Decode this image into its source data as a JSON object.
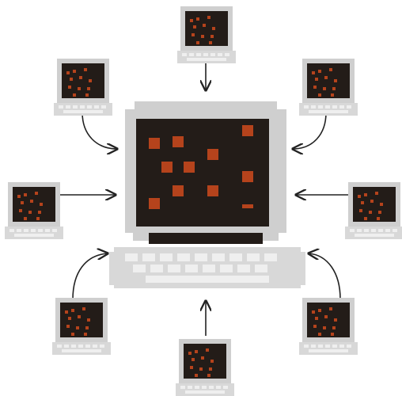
{
  "diagram": {
    "central_node": {
      "type": "computer-workstation",
      "icon": "desktop-computer-icon"
    },
    "peripheral_nodes": [
      {
        "id": "top",
        "icon": "laptop-icon"
      },
      {
        "id": "top-right",
        "icon": "laptop-icon"
      },
      {
        "id": "right",
        "icon": "laptop-icon"
      },
      {
        "id": "bottom-right",
        "icon": "laptop-icon"
      },
      {
        "id": "bottom",
        "icon": "laptop-icon"
      },
      {
        "id": "bottom-left",
        "icon": "laptop-icon"
      },
      {
        "id": "left",
        "icon": "laptop-icon"
      },
      {
        "id": "top-left",
        "icon": "laptop-icon"
      }
    ],
    "connections": [
      {
        "from": "top",
        "to": "center",
        "direction": "inward"
      },
      {
        "from": "top-right",
        "to": "center",
        "direction": "inward"
      },
      {
        "from": "right",
        "to": "center",
        "direction": "inward"
      },
      {
        "from": "bottom-right",
        "to": "center",
        "direction": "inward"
      },
      {
        "from": "bottom",
        "to": "center",
        "direction": "inward"
      },
      {
        "from": "bottom-left",
        "to": "center",
        "direction": "inward"
      },
      {
        "from": "left",
        "to": "center",
        "direction": "inward"
      },
      {
        "from": "top-left",
        "to": "center",
        "direction": "inward"
      }
    ],
    "colors": {
      "bezel": "#cfcfcf",
      "screen": "#231c18",
      "pixel": "#b5431c",
      "keyboard": "#d8d8d8",
      "keys": "#efefef",
      "arrow": "#222222"
    }
  }
}
